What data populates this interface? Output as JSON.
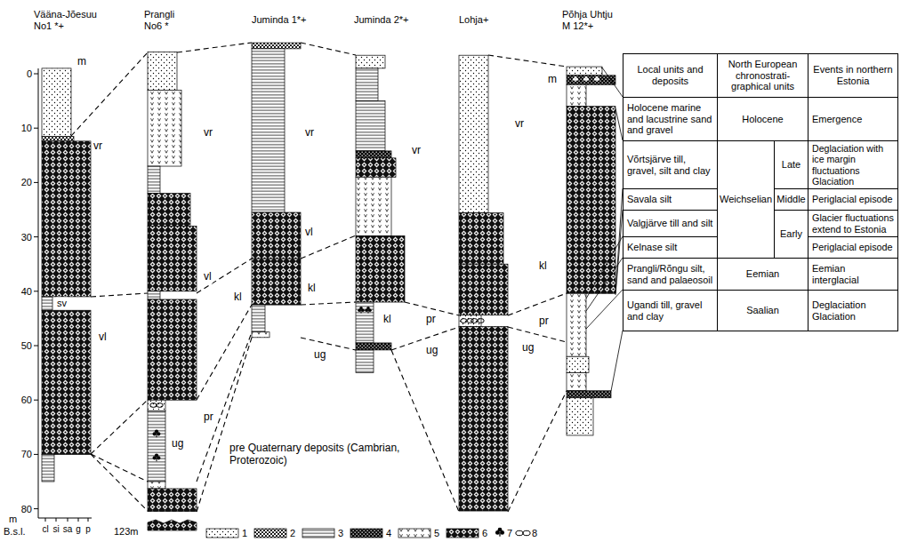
{
  "diagram": {
    "nodes": [
      {
        "text": [
          "Local units and deposits"
        ]
      },
      {
        "text": [
          "North European chronostrati- graphical units"
        ]
      },
      {
        "text": [
          "Events in northern Estonia"
        ]
      },
      {
        "text": [
          "Holocene marine and lacustrine sand and gravel"
        ]
      },
      {
        "text": [
          "Holocene"
        ]
      },
      {
        "text": [
          "Emergence"
        ]
      },
      {
        "text": [
          "Võrtsjärve till, gravel, silt and clay"
        ]
      },
      {
        "text": [
          "Weichselian"
        ]
      },
      {
        "text": [
          "Late"
        ]
      },
      {
        "text": [
          "Deglaciation with ice margin fluctuations",
          "Glaciation"
        ]
      },
      {
        "text": [
          "Savala silt"
        ]
      },
      {
        "text": [
          "Middle"
        ]
      },
      {
        "text": [
          "Periglacial episode"
        ]
      },
      {
        "text": [
          "Valgjärve till and silt"
        ]
      },
      {
        "text": [
          "Early"
        ]
      },
      {
        "text": [
          "Glacier fluctuations extend to Estonia"
        ]
      },
      {
        "text": [
          "Kelnase silt"
        ]
      },
      {
        "text": [
          "Periglacial episode"
        ]
      },
      {
        "text": [
          "Prangli/Rõngu silt, sand and palaeosoil"
        ]
      },
      {
        "text": [
          "Eemian"
        ]
      },
      {
        "text": [
          "Eemian interglacial"
        ]
      },
      {
        "text": [
          "Ugandi till, gravel and clay"
        ]
      },
      {
        "text": [
          "Saalian"
        ]
      },
      {
        "text": [
          "Deglaciation",
          "Glaciation"
        ]
      }
    ],
    "labels": [
      "Vääna-Jõesuu No1 *+",
      "Prangli No6 *",
      "Juminda 1*+",
      "Juminda 2*+",
      "Lohja+",
      "Põhja Uhtju M 12*+",
      "0",
      "10",
      "20",
      "30",
      "40",
      "50",
      "60",
      "70",
      "80",
      "m",
      "B.s.l.",
      "cl",
      "si",
      "sa",
      "g",
      "p",
      "123m",
      "m",
      "vr",
      "sv",
      "vl",
      "vr",
      "vl",
      "pr",
      "ug",
      "kl",
      "vr",
      "vl",
      "kl",
      "ug",
      "vr",
      "kl",
      "pr",
      "ug",
      "vr",
      "kl",
      "pr",
      "ug",
      "m",
      "pre Quaternary deposits (Cambrian, Proterozoic)"
    ],
    "legend": [
      {
        "text": "1"
      },
      {
        "text": "2"
      },
      {
        "text": "3"
      },
      {
        "text": "4"
      },
      {
        "text": "5"
      },
      {
        "text": "6"
      },
      {
        "text": "7"
      },
      {
        "text": "8"
      }
    ]
  }
}
